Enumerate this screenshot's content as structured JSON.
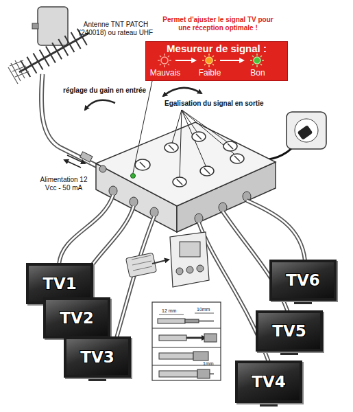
{
  "diagram": {
    "nodes": [
      {
        "text": [
          "Permet d'ajuster le signal TV pour une réception optimale !",
          "Mesureur de signal :",
          "Mauvais",
          "Faible",
          "Bon"
        ]
      },
      {
        "text": [
          "TV1"
        ]
      },
      {
        "text": [
          "TV6"
        ]
      },
      {
        "text": [
          "TV2"
        ]
      },
      {
        "text": [
          "TV5"
        ]
      },
      {
        "text": [
          "TV3"
        ]
      },
      {
        "text": [
          "TV4"
        ]
      }
    ],
    "labels": [
      "Antenne TNT PATCH (240018) ou rateau UHF",
      "réglage du gain en entrée",
      "Egalisation du signal en sortie",
      "Alimentation 12 Vcc - 50 mA",
      "12 mm",
      "10mm",
      "1mm"
    ]
  }
}
